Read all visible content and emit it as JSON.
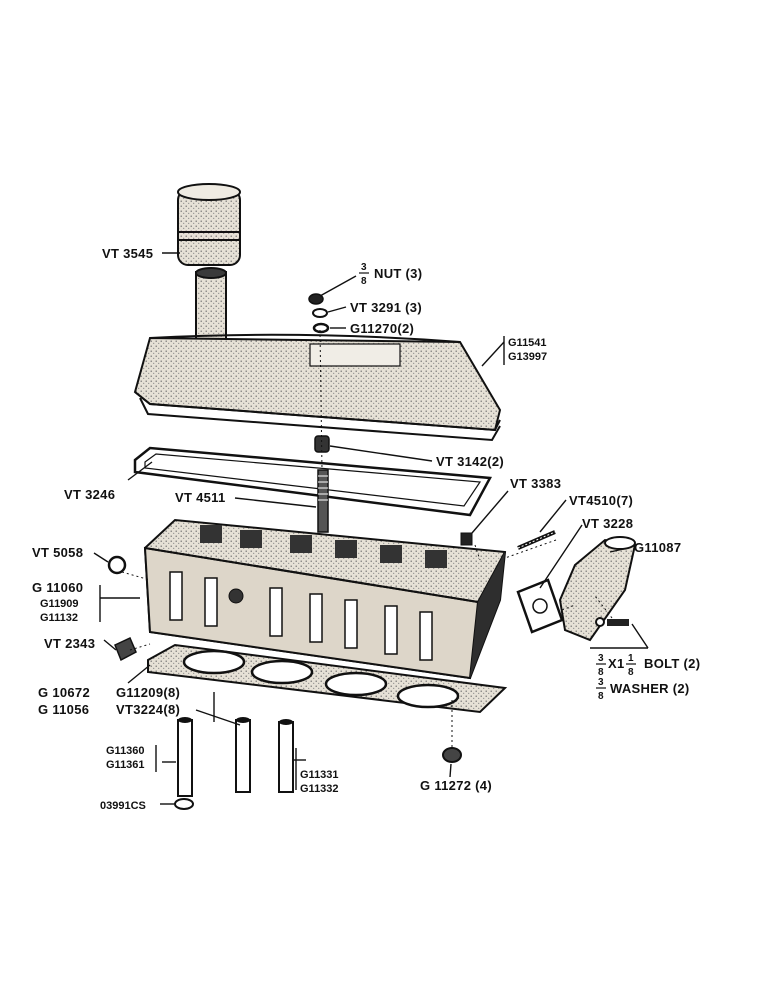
{
  "labels": {
    "breather": "VT 3545",
    "nut_frac_num": "3",
    "nut_frac_den": "8",
    "nut_text": "NUT (3)",
    "vt3291": "VT 3291 (3)",
    "g11270": "G11270(2)",
    "cover_a": "G11541",
    "cover_b": "G13997",
    "vt3142": "VT 3142(2)",
    "vt3246": "VT 3246",
    "vt4511": "VT 4511",
    "vt3383": "VT 3383",
    "vt4510": "VT4510(7)",
    "vt3228": "VT 3228",
    "g11087": "G11087",
    "vt5058": "VT 5058",
    "head_a": "G 11060",
    "head_b": "G11909",
    "head_c": "G11132",
    "vt2343": "VT 2343",
    "bolt_frac1_num": "3",
    "bolt_frac1_den": "8",
    "bolt_x": "X1",
    "bolt_frac2_num": "1",
    "bolt_frac2_den": "8",
    "bolt_text": "BOLT (2)",
    "washer_frac_num": "3",
    "washer_frac_den": "8",
    "washer_text": "WASHER (2)",
    "gasket_a": "G 10672",
    "gasket_b": "G 11056",
    "g11209": "G11209(8)",
    "vt3224": "VT3224(8)",
    "guide_a": "G11360",
    "guide_b": "G11361",
    "o_ring": "03991CS",
    "guide_c": "G11331",
    "guide_d": "G11332",
    "g11272": "G 11272 (4)"
  },
  "colors": {
    "ink": "#111111",
    "paper": "#ffffff",
    "shade": "#d8d2c6",
    "dark": "#3a3a3a"
  }
}
